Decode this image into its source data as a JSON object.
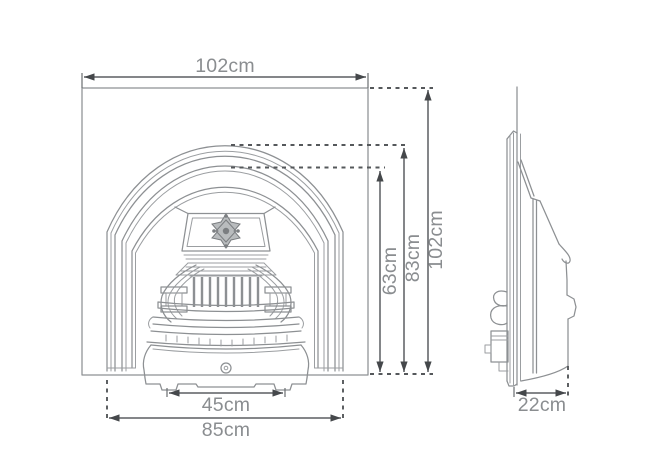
{
  "figure": {
    "type": "technical-dimension-diagram",
    "subject": "cast iron fireplace insert, front elevation and side profile",
    "units": "cm"
  },
  "dimensions": {
    "front_overall_width": "102cm",
    "front_overall_height": "102cm",
    "front_arch_height": "83cm",
    "front_opening_height": "63cm",
    "front_grate_width": "45cm",
    "front_insert_width": "85cm",
    "side_depth": "22cm"
  },
  "colors": {
    "background": "#ffffff",
    "drawing_line": "#8d9093",
    "dimension_line": "#5c5f62",
    "arrowhead": "#45484b",
    "label_text": "#8a8d90"
  }
}
